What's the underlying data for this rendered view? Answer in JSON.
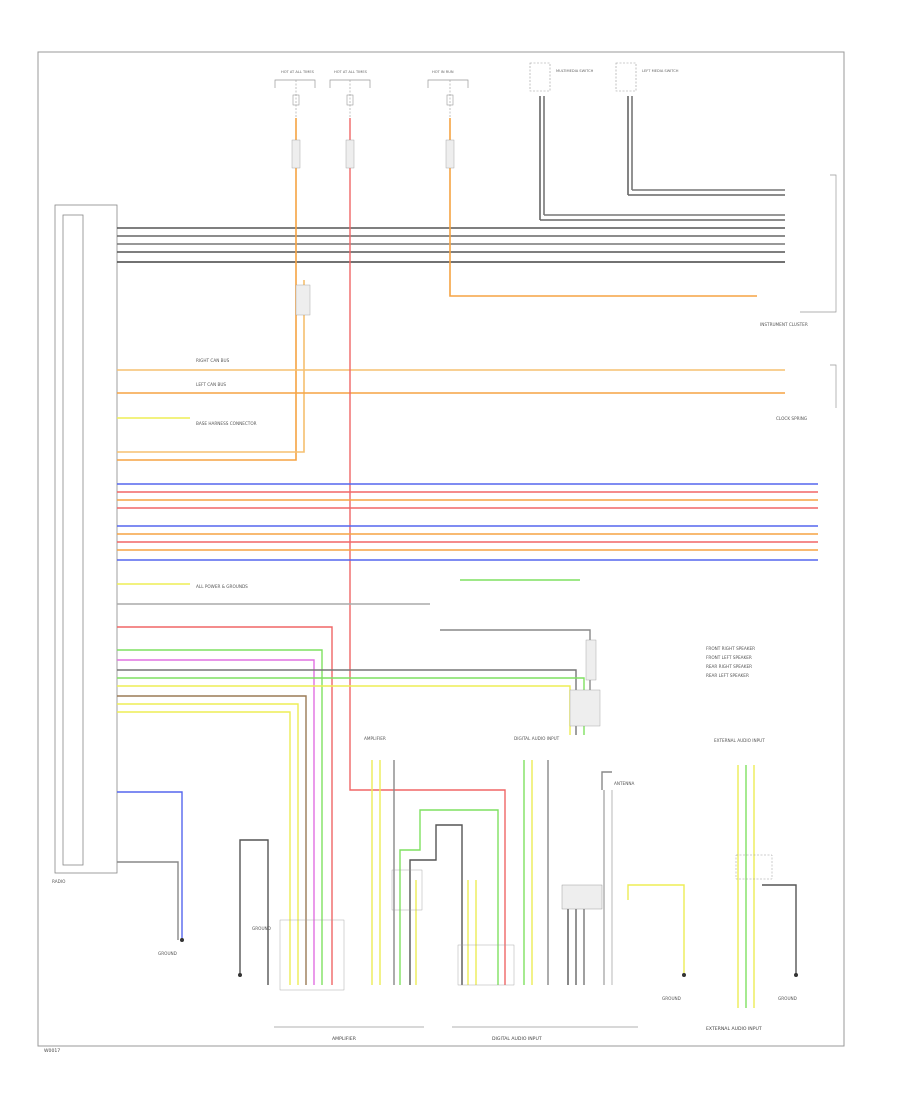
{
  "page_label": "W0017",
  "colors": {
    "black": "#333333",
    "grey": "#8a8a8a",
    "orange": "#f5a343",
    "red": "#f06666",
    "yellow": "#eded55",
    "green": "#7fe060",
    "blue": "#5566ee",
    "pink": "#e070e0",
    "brown": "#9a7a55"
  },
  "main_module": {
    "label": "RADIO"
  },
  "top_fuses": [
    {
      "label": "HOT AT ALL TIMES"
    },
    {
      "label": "HOT AT ALL TIMES"
    },
    {
      "label": "HOT IN RUN"
    }
  ],
  "top_switches": [
    {
      "label": "MULTIMEDIA SWITCH"
    },
    {
      "label": "LEFT MEDIA SWITCH"
    }
  ],
  "left_notes": [
    "RIGHT CAN BUS",
    "LEFT CAN BUS",
    "BASE HARNESS CONNECTOR"
  ],
  "middle_note": "ALL POWER & GROUNDS",
  "legend": {
    "items": [
      "FRONT RIGHT SPEAKER",
      "FRONT LEFT SPEAKER",
      "REAR RIGHT SPEAKER",
      "REAR LEFT SPEAKER"
    ]
  },
  "right_modules": [
    {
      "label": "INSTRUMENT CLUSTER"
    },
    {
      "label": "CLOCK SPRING"
    }
  ],
  "bottom_modules": [
    {
      "label": "AMPLIFIER"
    },
    {
      "label": "DIGITAL AUDIO INPUT"
    },
    {
      "label": "ANTENNA"
    },
    {
      "label": "EXTERNAL AUDIO INPUT"
    }
  ],
  "bottom_captions": [
    {
      "label": "AMPLIFIER"
    },
    {
      "label": "DIGITAL AUDIO INPUT"
    },
    {
      "label": "EXTERNAL AUDIO INPUT"
    }
  ],
  "ground_labels": [
    {
      "label": "GROUND"
    },
    {
      "label": "GROUND"
    },
    {
      "label": "GROUND"
    },
    {
      "label": "GROUND"
    }
  ]
}
